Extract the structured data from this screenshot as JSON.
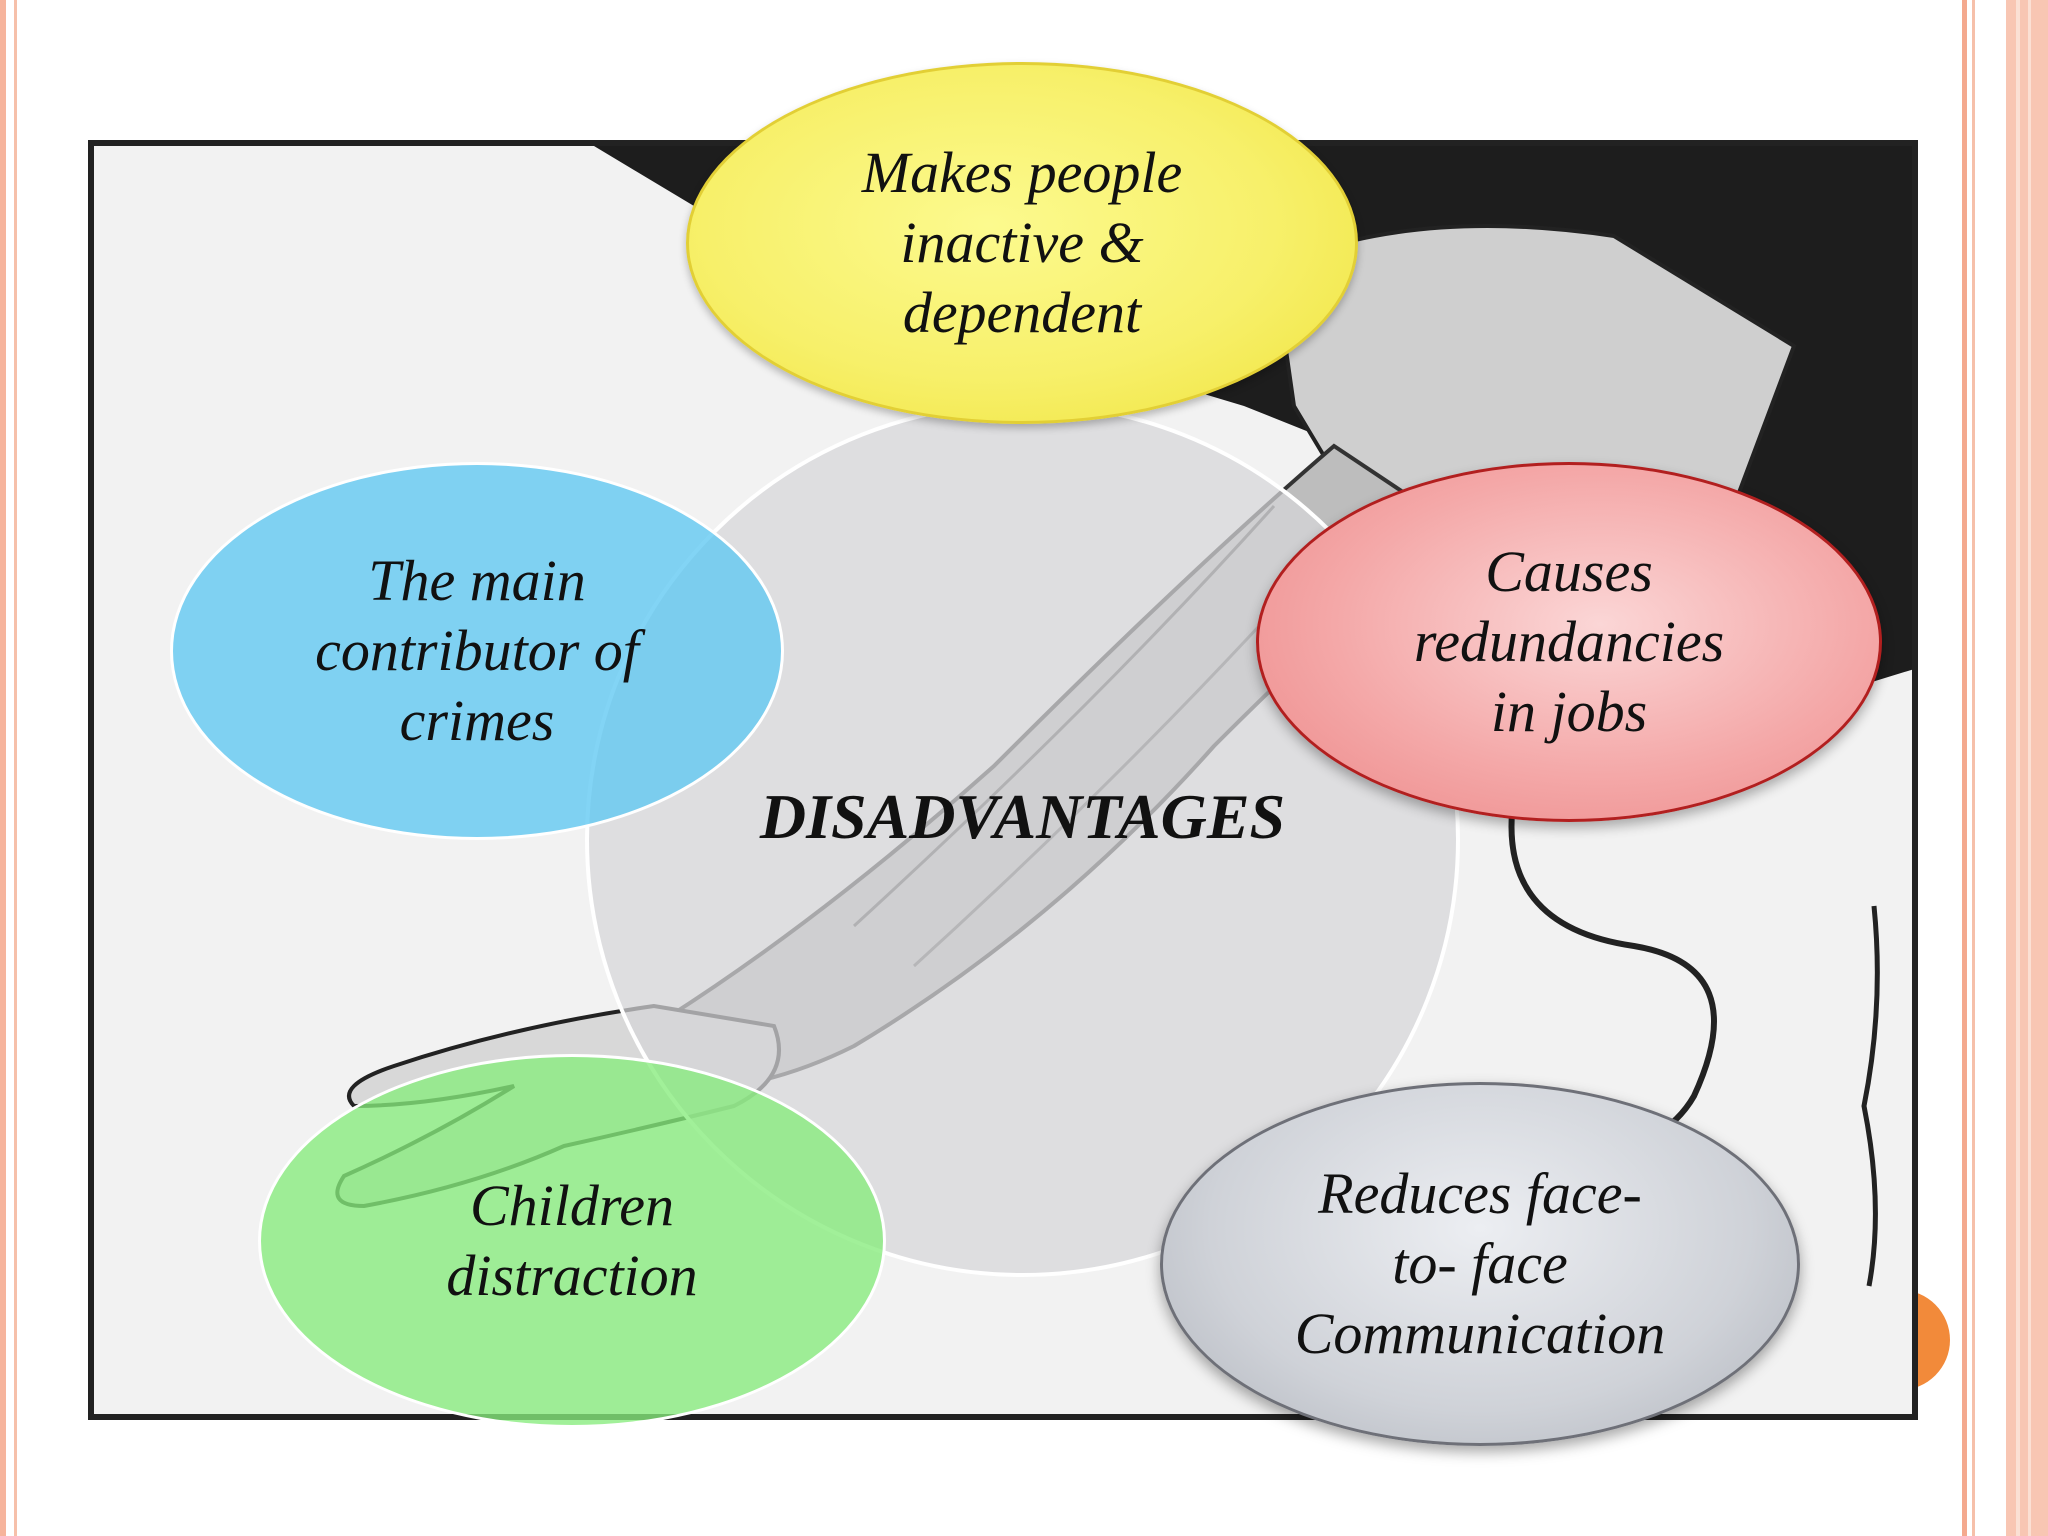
{
  "diagram": {
    "center_label": "DISADVANTAGES",
    "nodes": {
      "top": "Makes people\ninactive &\ndependent",
      "left": "The main\ncontributor of\ncrimes",
      "right": "Causes\nredundancies\nin jobs",
      "bottom_left": "Children\ndistraction",
      "bottom_right": "Reduces face-\nto- face\nCommunication"
    }
  },
  "colors": {
    "top_node": "#f7f06a",
    "left_node": "#5fc8f2",
    "right_node": "#f4a8a8",
    "bottom_left_node": "#86ec7c",
    "bottom_right_node": "#cfd2d8",
    "center_circle": "#d6d6d8",
    "slide_border": "#f6b49c",
    "accent_dot": "#f28a3a"
  }
}
